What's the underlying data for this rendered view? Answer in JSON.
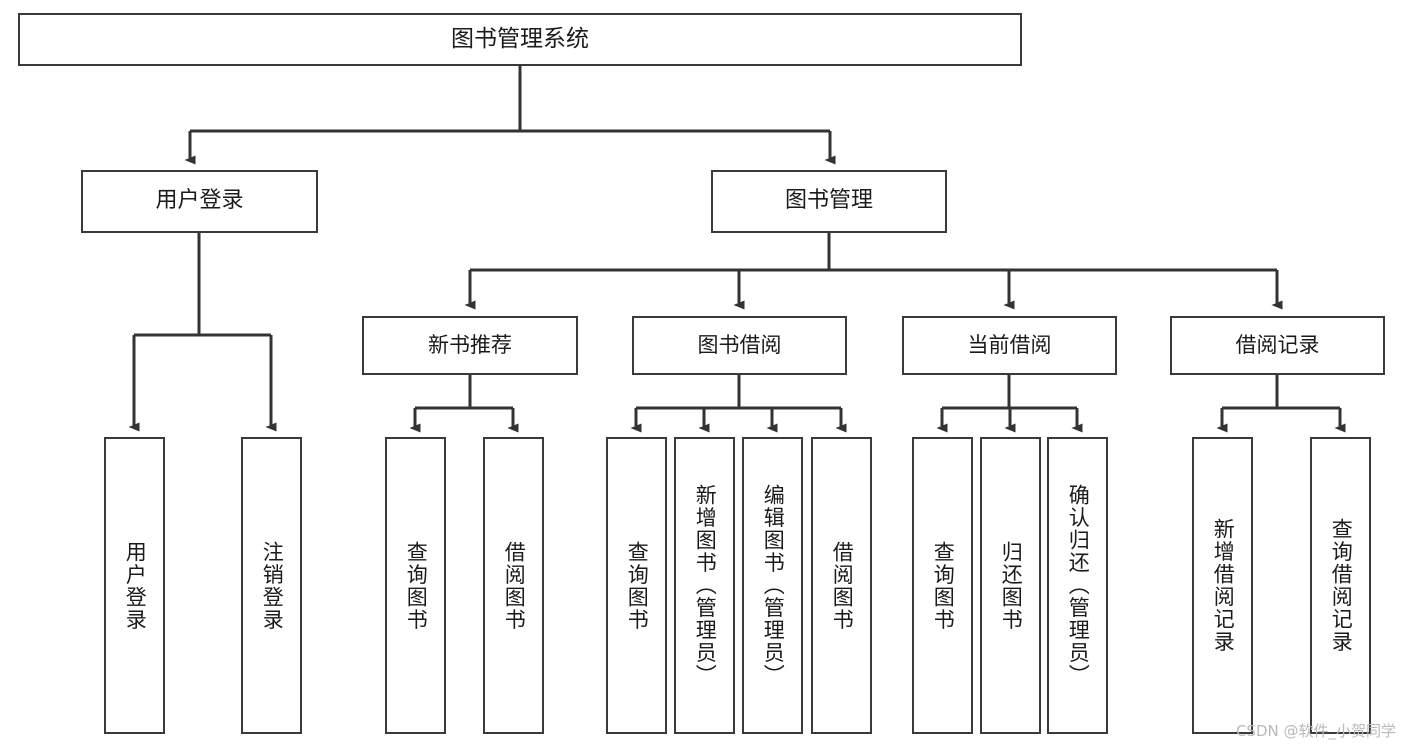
{
  "diagram": {
    "title": "图书管理系统",
    "type": "tree-hierarchy-diagram",
    "colors": {
      "box_stroke": "#3a3a3a",
      "box_fill": "#ffffff",
      "connector": "#333333",
      "text": "#1b1b1b",
      "watermark": "#b9b9b9"
    },
    "nodes": {
      "root": {
        "label": "图书管理系统"
      },
      "level1": [
        {
          "id": "user-login",
          "label": "用户登录"
        },
        {
          "id": "book-management",
          "label": "图书管理"
        }
      ],
      "level2": [
        {
          "id": "new-book-recommend",
          "label": "新书推荐"
        },
        {
          "id": "book-borrow",
          "label": "图书借阅"
        },
        {
          "id": "current-borrow",
          "label": "当前借阅"
        },
        {
          "id": "borrow-record",
          "label": "借阅记录"
        }
      ],
      "leaves": [
        {
          "id": "leaf-user-login",
          "label": "用户登录",
          "parent": "user-login"
        },
        {
          "id": "leaf-logout-login",
          "label": "注销登录",
          "parent": "user-login"
        },
        {
          "id": "leaf-query-book-1",
          "label": "查询图书",
          "parent": "new-book-recommend"
        },
        {
          "id": "leaf-borrow-book-1",
          "label": "借阅图书",
          "parent": "new-book-recommend"
        },
        {
          "id": "leaf-query-book-2",
          "label": "查询图书",
          "parent": "book-borrow"
        },
        {
          "id": "leaf-add-book",
          "label": "新增图书（管理员）",
          "parent": "book-borrow"
        },
        {
          "id": "leaf-edit-book",
          "label": "编辑图书（管理员）",
          "parent": "book-borrow"
        },
        {
          "id": "leaf-borrow-book-2",
          "label": "借阅图书",
          "parent": "book-borrow"
        },
        {
          "id": "leaf-query-book-3",
          "label": "查询图书",
          "parent": "current-borrow"
        },
        {
          "id": "leaf-return-book",
          "label": "归还图书",
          "parent": "current-borrow"
        },
        {
          "id": "leaf-confirm-return",
          "label": "确认归还（管理员）",
          "parent": "current-borrow"
        },
        {
          "id": "leaf-add-record",
          "label": "新增借阅记录",
          "parent": "borrow-record"
        },
        {
          "id": "leaf-query-record",
          "label": "查询借阅记录",
          "parent": "borrow-record"
        }
      ]
    },
    "watermark": "CSDN @软件_小贺同学"
  }
}
